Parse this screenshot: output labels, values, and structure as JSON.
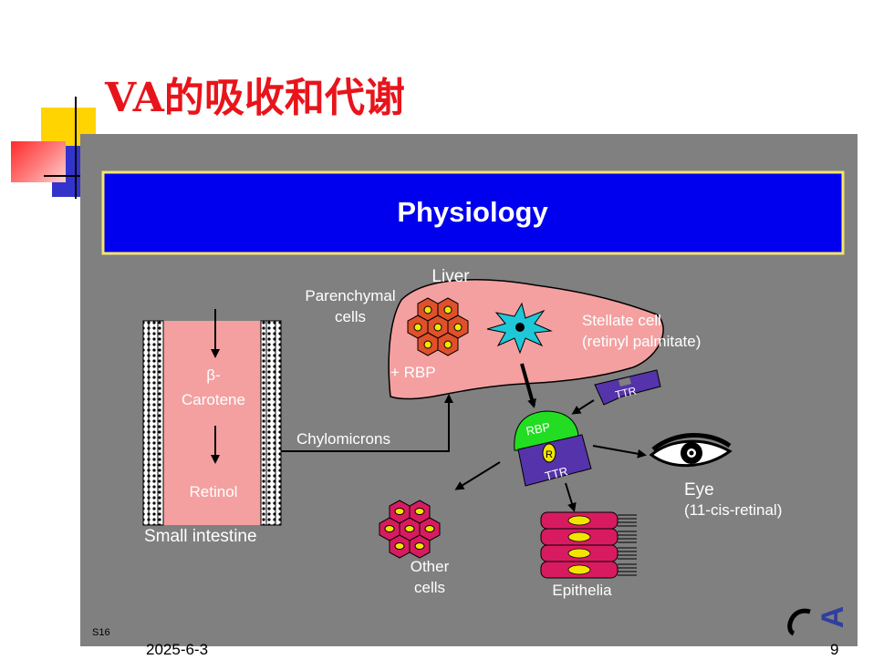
{
  "slide": {
    "title": "VA的吸收和代谢",
    "footer_date": "2025-6-3",
    "page_number": "9"
  },
  "figure": {
    "banner": "Physiology",
    "liver": "Liver",
    "parenchymal_line1": "Parenchymal",
    "parenchymal_line2": "cells",
    "stellate_line1": "Stellate cell",
    "stellate_line2": "(retinyl palmitate)",
    "plus_rbp": "+ RBP",
    "beta_line1": "β-",
    "beta_line2": "Carotene",
    "retinol": "Retinol",
    "small_intestine": "Small intestine",
    "chylomicrons": "Chylomicrons",
    "ttr_tag": "TTR",
    "rbp": "RBP",
    "r": "R",
    "ttr": "TTR",
    "eye": "Eye",
    "eye_sub": "(11-cis-retinal)",
    "other_line1": "Other",
    "other_line2": "cells",
    "epithelia": "Epithelia",
    "slide_code": "S16",
    "logo_letter": "A"
  },
  "colors": {
    "title": "#e8141b",
    "banner": "#0000ee",
    "banner_border": "#f5e56b",
    "tissue_pink": "#f4a0a0",
    "figure_bg": "#808080",
    "rbp_green": "#22dd22",
    "ttr_purple": "#5533aa",
    "cell_magenta": "#d81b60",
    "cell_yellow": "#f2e600",
    "logo_blue": "#2f3f9f"
  },
  "icons": [
    "arrow-icon",
    "eye-icon",
    "stellate-cell-icon",
    "logo-icon"
  ]
}
